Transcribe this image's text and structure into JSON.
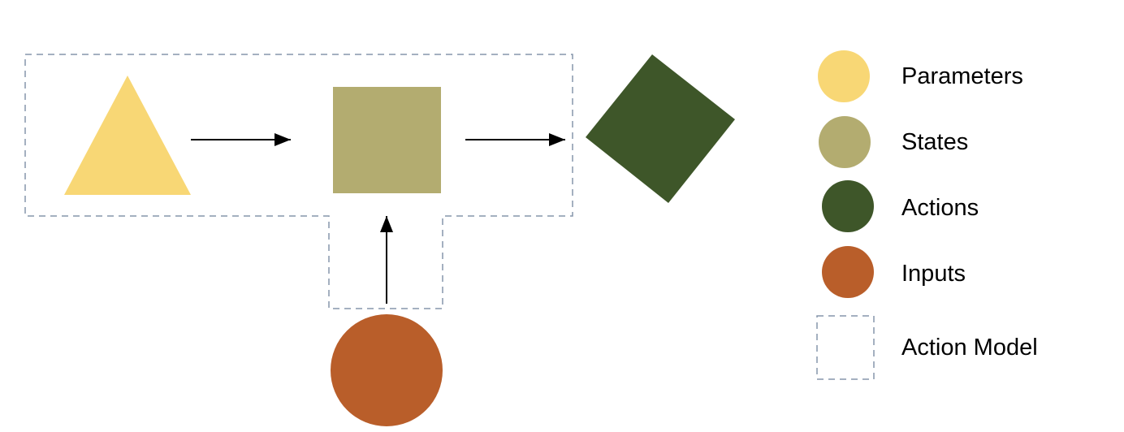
{
  "legend": {
    "items": [
      {
        "label": "Parameters",
        "color": "#F8D775",
        "shape": "circle"
      },
      {
        "label": "States",
        "color": "#B3AC70",
        "shape": "circle"
      },
      {
        "label": "Actions",
        "color": "#3E5629",
        "shape": "circle"
      },
      {
        "label": "Inputs",
        "color": "#B95E2A",
        "shape": "circle"
      },
      {
        "label": "Action Model",
        "color": "#8696AB",
        "shape": "dashed-box"
      }
    ]
  },
  "diagram": {
    "nodes": [
      {
        "id": "parameters",
        "kind": "Parameters",
        "shape": "triangle",
        "color": "#F8D775"
      },
      {
        "id": "state",
        "kind": "States",
        "shape": "square",
        "color": "#B3AC70"
      },
      {
        "id": "action",
        "kind": "Actions",
        "shape": "diamond",
        "color": "#3E5629"
      },
      {
        "id": "input",
        "kind": "Inputs",
        "shape": "circle",
        "color": "#B95E2A"
      }
    ],
    "edges": [
      {
        "from": "parameters",
        "to": "state"
      },
      {
        "from": "state",
        "to": "action"
      },
      {
        "from": "input",
        "to": "state"
      }
    ],
    "action_model_outline": {
      "color": "#8696AB",
      "style": "dashed"
    },
    "arrow_color": "#000000"
  }
}
